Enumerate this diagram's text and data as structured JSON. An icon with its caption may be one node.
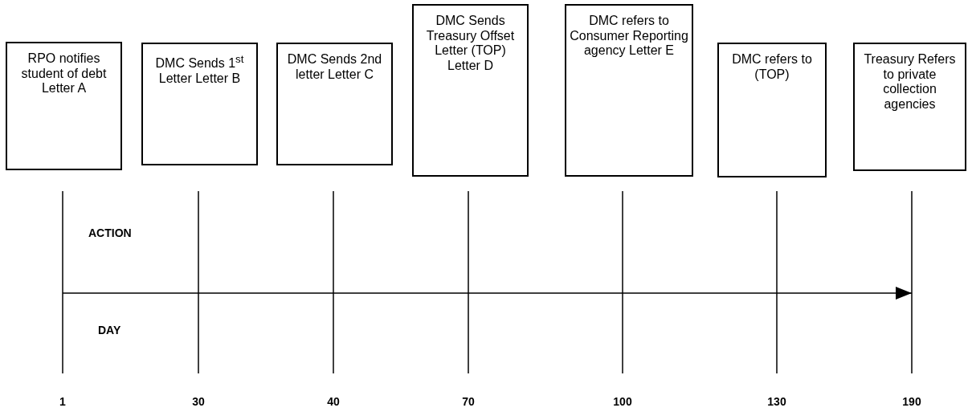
{
  "diagram": {
    "nodes": [
      {
        "text": [
          "RPO notifies student of debt Letter A"
        ]
      },
      {
        "text": [
          "DMC Sends 1$^{st}$ Letter Letter B"
        ]
      },
      {
        "text": [
          "DMC Sends 2nd letter Letter C"
        ]
      },
      {
        "text": [
          "DMC Sends Treasury Offset Letter (TOP) Letter D"
        ]
      },
      {
        "text": [
          "DMC refers to Consumer Reporting agency Letter E"
        ]
      },
      {
        "text": [
          "DMC refers to (TOP)"
        ]
      },
      {
        "text": [
          "Treasury Refers to private collection agencies"
        ]
      }
    ],
    "edges": [],
    "labels": [
      "ACTION",
      "DAY",
      "1",
      "30",
      "40",
      "70",
      "100",
      "130",
      "190"
    ]
  }
}
